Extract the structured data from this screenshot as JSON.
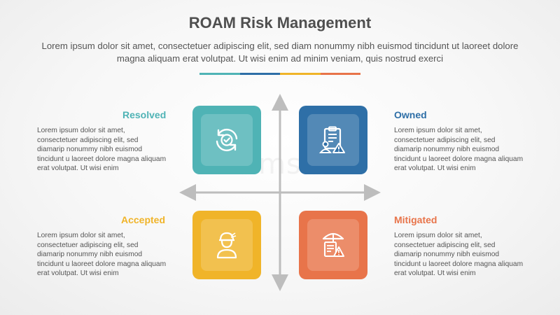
{
  "title": "ROAM Risk Management",
  "subtitle": "Lorem ipsum dolor sit amet, consectetuer adipiscing elit, sed diam nonummy nibh euismod tincidunt ut laoreet dolore magna aliquam erat volutpat. Ut wisi enim ad minim veniam, quis nostrud exerci",
  "watermark": "dreamstime",
  "colors": {
    "teal": "#4fb3b5",
    "blue": "#2e6fa7",
    "yellow": "#f0b429",
    "orange": "#e8744a",
    "axis": "#bdbdbd"
  },
  "quadrants": {
    "resolved": {
      "heading": "Resolved",
      "color": "#4fb3b5",
      "icon": "sync-check-icon",
      "text": "Lorem ipsum dolor sit amet, consectetuer adipiscing elit, sed diamarip nonummy nibh euismod tincidunt u laoreet dolore magna aliquam erat volutpat. Ut wisi enim"
    },
    "owned": {
      "heading": "Owned",
      "color": "#2e6fa7",
      "icon": "clipboard-person-warning-icon",
      "text": "Lorem ipsum dolor sit amet, consectetuer adipiscing elit, sed diamarip nonummy nibh euismod tincidunt u laoreet dolore magna aliquam erat volutpat. Ut wisi enim"
    },
    "accepted": {
      "heading": "Accepted",
      "color": "#f0b429",
      "icon": "worker-person-icon",
      "text": "Lorem ipsum dolor sit amet, consectetuer adipiscing elit, sed diamarip nonummy nibh euismod tincidunt u laoreet dolore magna aliquam erat volutpat. Ut wisi enim"
    },
    "mitigated": {
      "heading": "Mitigated",
      "color": "#e8744a",
      "icon": "umbrella-clipboard-warning-icon",
      "text": "Lorem ipsum dolor sit amet, consectetuer adipiscing elit, sed diamarip nonummy nibh euismod tincidunt u laoreet dolore magna aliquam erat volutpat. Ut wisi enim"
    }
  }
}
